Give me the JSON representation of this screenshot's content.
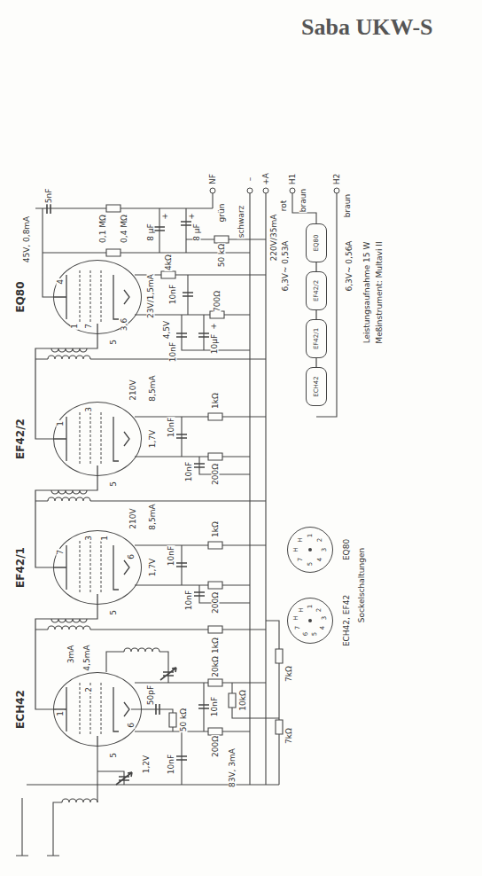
{
  "diagram": {
    "title": "Saba UKW-S",
    "nodes": [
      {
        "text": [
          "EQ80"
        ]
      },
      {
        "text": [
          "EF42/2"
        ]
      },
      {
        "text": [
          "EF42/1"
        ]
      },
      {
        "text": [
          "ECH42"
        ]
      },
      {
        "text": [
          "EQ80"
        ]
      },
      {
        "text": [
          "EF42/2"
        ]
      },
      {
        "text": [
          "EF42/1"
        ]
      },
      {
        "text": [
          "ECH42"
        ]
      },
      {
        "text": [
          "EQ80"
        ]
      },
      {
        "text": [
          "ECH42, EF42"
        ]
      }
    ],
    "edges": [
      {
        "from": 3,
        "to": 2,
        "arrow": "none"
      },
      {
        "from": 2,
        "to": 1,
        "arrow": "none"
      },
      {
        "from": 1,
        "to": 0,
        "arrow": "none"
      },
      {
        "from": 4,
        "to": 5,
        "arrow": "none"
      },
      {
        "from": 5,
        "to": 6,
        "arrow": "none"
      },
      {
        "from": 6,
        "to": 7,
        "arrow": "none"
      }
    ],
    "labels": [
      "45V, 0,8mA",
      "5nF",
      "0,1 MΩ",
      "0,4 MΩ",
      "8 µF",
      "8 µF",
      "+",
      "+",
      "50 kΩ",
      "23V/1,5mA",
      "10nF",
      "4kΩ",
      "3,6",
      "4,5V",
      "700Ω",
      "+",
      "10nF",
      "10µF",
      "4",
      "1",
      "5",
      "7",
      "grün",
      "NF",
      "schwarz",
      "–",
      "220V/35mA",
      "rot",
      "+A",
      "braun",
      "H1",
      "6,3V~ 0,53A",
      "braun",
      "H2",
      "6,3V~ 0,56A",
      "Leistungsaufnahme 15 W",
      "Meßinstrument: Multavi II",
      "1",
      "3",
      "5",
      "210V",
      "8,5mA",
      "1,7V",
      "10nF",
      "10nF",
      "1kΩ",
      "200Ω",
      "7",
      "3",
      "1",
      "6",
      "5",
      "210V",
      "8,5mA",
      "1,7V",
      "10nF",
      "10nF",
      "1kΩ",
      "200Ω",
      "1kΩ",
      "3mA",
      "4,5mA",
      "50pF",
      "50 kΩ",
      "1,2V",
      "10nF",
      "200Ω",
      "10nF",
      "20kΩ",
      "10kΩ",
      "7kΩ",
      "7kΩ",
      "83V, 3mA",
      "1",
      "2",
      "6",
      "5",
      "Sockelschaltungen",
      "1",
      "2",
      "3",
      "4",
      "5",
      "7",
      "H",
      "H",
      "1",
      "2",
      "3",
      "4",
      "5",
      "6",
      "7",
      "H",
      "H"
    ]
  }
}
